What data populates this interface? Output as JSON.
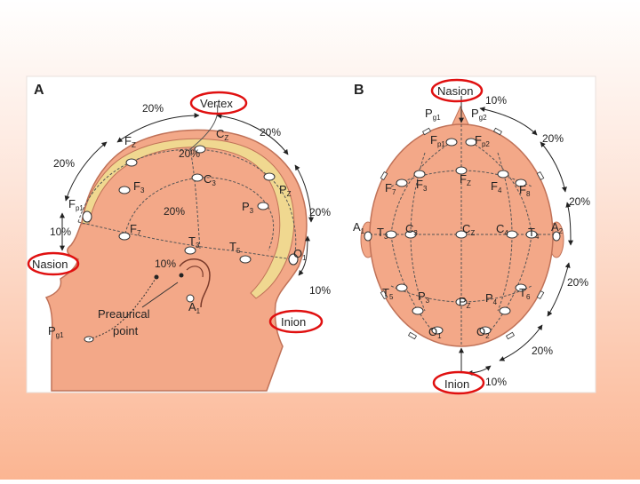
{
  "panel_a": {
    "letter": "A",
    "labels": {
      "vertex": "Vertex",
      "nasion": "Nasion",
      "inion": "Inion",
      "preauricular": [
        "Preaurical",
        "point"
      ],
      "fz": "F",
      "fz_sub": "Z",
      "cz": "C",
      "cz_sub": "Z",
      "pz": "P",
      "pz_sub": "Z",
      "f3": "F",
      "f3_sub": "3",
      "c3": "C",
      "c3_sub": "3",
      "p3": "P",
      "p3_sub": "3",
      "fp1": "F",
      "fp1_sub": "p1",
      "f7": "F",
      "f7_sub": "7",
      "t3": "T",
      "t3_sub": "3",
      "t5": "T",
      "t5_sub": "5",
      "o1": "O",
      "o1_sub": "1",
      "a1": "A",
      "a1_sub": "1",
      "pg1": "P",
      "pg1_sub": "g1"
    },
    "percentages": {
      "p1": "20%",
      "p2": "20%",
      "p3": "20%",
      "p4": "20%",
      "p5": "20%",
      "p6": "20%",
      "p7": "10%",
      "p8": "10%",
      "p9": "10%"
    }
  },
  "panel_b": {
    "letter": "B",
    "labels": {
      "nasion": "Nasion",
      "inion": "Inion",
      "pg1": "P",
      "pg1_sub": "g1",
      "pg2": "P",
      "pg2_sub": "g2",
      "fp1": "F",
      "fp1_sub": "p1",
      "fp2": "F",
      "fp2_sub": "p2",
      "f7": "F",
      "f7_sub": "7",
      "f3": "F",
      "f3_sub": "3",
      "fz": "F",
      "fz_sub": "Z",
      "f4": "F",
      "f4_sub": "4",
      "f8": "F",
      "f8_sub": "8",
      "a1": "A",
      "a1_sub": "1",
      "t3": "T",
      "t3_sub": "3",
      "c3": "C",
      "c3_sub": "3",
      "cz": "C",
      "cz_sub": "Z",
      "c4": "C",
      "c4_sub": "4",
      "t4": "T",
      "t4_sub": "4",
      "a2": "A",
      "a2_sub": "2",
      "t5": "T",
      "t5_sub": "5",
      "p3": "P",
      "p3_sub": "3",
      "pz": "P",
      "pz_sub": "Z",
      "p4": "P",
      "p4_sub": "4",
      "t6": "T",
      "t6_sub": "6",
      "o1": "O",
      "o1_sub": "1",
      "o2": "O",
      "o2_sub": "2"
    },
    "percentages": {
      "p1": "10%",
      "p2": "20%",
      "p3": "20%",
      "p4": "20%",
      "p5": "20%",
      "p6": "10%"
    }
  },
  "colors": {
    "skin": "#f3a888",
    "skin_dark": "#c07258",
    "skull": "#f0d890",
    "highlight": "#e01010",
    "panel_bg": "#ffffff"
  }
}
